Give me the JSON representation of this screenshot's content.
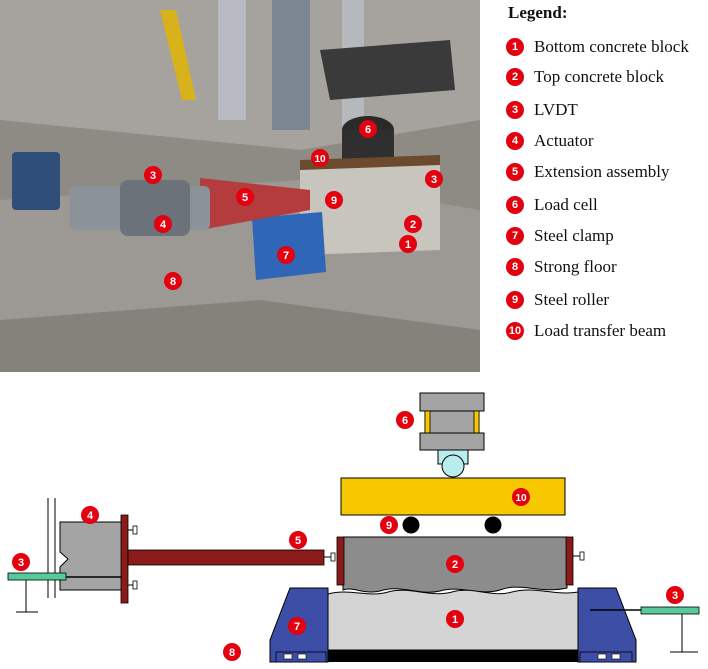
{
  "legend": {
    "title": "Legend:",
    "items": [
      {
        "number": "1",
        "label": "Bottom concrete block"
      },
      {
        "number": "2",
        "label": "Top concrete block"
      },
      {
        "number": "3",
        "label": "LVDT"
      },
      {
        "number": "4",
        "label": "Actuator"
      },
      {
        "number": "5",
        "label": "Extension assembly"
      },
      {
        "number": "6",
        "label": "Load cell"
      },
      {
        "number": "7",
        "label": "Steel clamp"
      },
      {
        "number": "8",
        "label": "Strong floor"
      },
      {
        "number": "9",
        "label": "Steel roller"
      },
      {
        "number": "10",
        "label": "Load transfer beam"
      }
    ]
  },
  "photo_markers": [
    "3",
    "3",
    "4",
    "5",
    "6",
    "10",
    "9",
    "2",
    "1",
    "7",
    "8"
  ],
  "schematic_markers": [
    "6",
    "10",
    "9",
    "4",
    "5",
    "2",
    "3",
    "3",
    "1",
    "7",
    "8"
  ],
  "colors": {
    "marker": "#e3000f",
    "actuator_plate": "#8b1a1a",
    "clamp": "#3d4ea6",
    "beam": "#f7c800",
    "lvdt": "#57c99a",
    "load_cell_tip": "#b9ecec",
    "concrete_top": "#8c8c8c",
    "concrete_bottom": "#d4d4d4"
  }
}
